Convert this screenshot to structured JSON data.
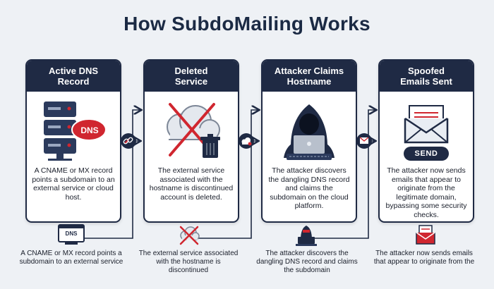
{
  "title": "How SubdoMailing Works",
  "steps": [
    {
      "header": "Active DNS\nRecord",
      "text": "A CNAME or MX record points a subdomain to an external service or cloud host.",
      "caption": "A CNAME or MX record points a subdomain to an external service",
      "badge": "DNS",
      "icon": "server-dns-icon",
      "small_icon": "dns-window-icon"
    },
    {
      "header": "Deleted\nService",
      "text": "The external service associated with the hostname is discontinued account is deleted.",
      "caption": "The external service associated with the hostname is discontinued",
      "icon": "cloud-deleted-icon",
      "small_icon": "cloud-crossed-icon"
    },
    {
      "header": "Attacker Claims\nHostname",
      "text": "The attacker discovers the dangling DNS record and claims the subdomain on the cloud platform.",
      "caption": "The attacker discovers the dangling DNS record and claims the subdomain",
      "icon": "hooded-hacker-icon",
      "small_icon": "hacker-laptop-icon"
    },
    {
      "header": "Spoofed\nEmails Sent",
      "text": "The attacker now sends emails that appear to originate from the legitimate domain, bypassing some security checks.",
      "caption": "The attacker now sends emails that appear to originate from the",
      "badge": "SEND",
      "icon": "envelope-icon",
      "small_icon": "envelope-small-icon"
    }
  ],
  "connectors": [
    {
      "icon": "chain-link-icon"
    },
    {
      "icon": "cloud-swap-icon"
    },
    {
      "icon": "mail-icon"
    }
  ],
  "colors": {
    "navy": "#1f2a44",
    "red": "#d0262f",
    "background": "#eef1f5"
  }
}
